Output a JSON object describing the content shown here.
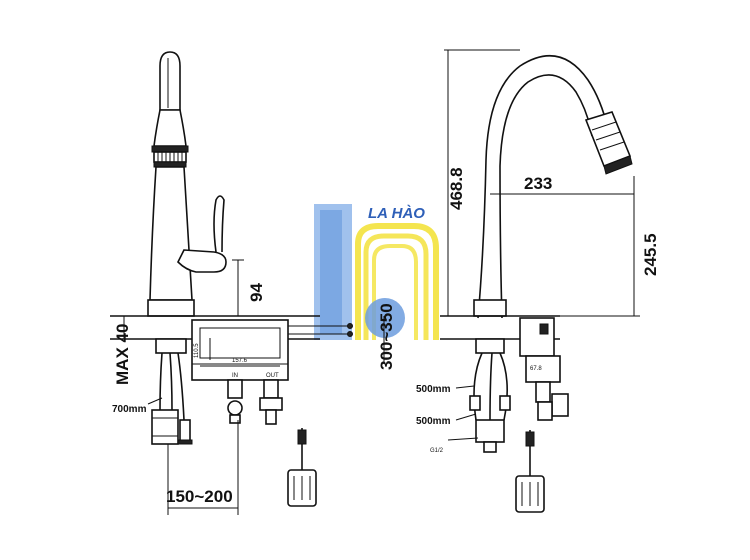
{
  "brand": {
    "watermark": "LA HÀO",
    "colors": {
      "blue": "#6c9cde",
      "yellow": "#f3e23c",
      "text": "#2e5fb8"
    }
  },
  "left_view": {
    "dims": {
      "height_94": "94",
      "max40": "MAX 40",
      "range_300_350": "300~350",
      "hose_700": "700mm",
      "spacing_150_200": "150~200",
      "box_width": "157.6",
      "box_side": "110.5",
      "port_in": "IN",
      "port_out": "OUT"
    }
  },
  "right_view": {
    "dims": {
      "height_468": "468.8",
      "reach_233": "233",
      "height_245": "245.5",
      "hose_500_a": "500mm",
      "hose_500_b": "500mm",
      "thread": "G1/2",
      "sensor": "67.8"
    }
  }
}
